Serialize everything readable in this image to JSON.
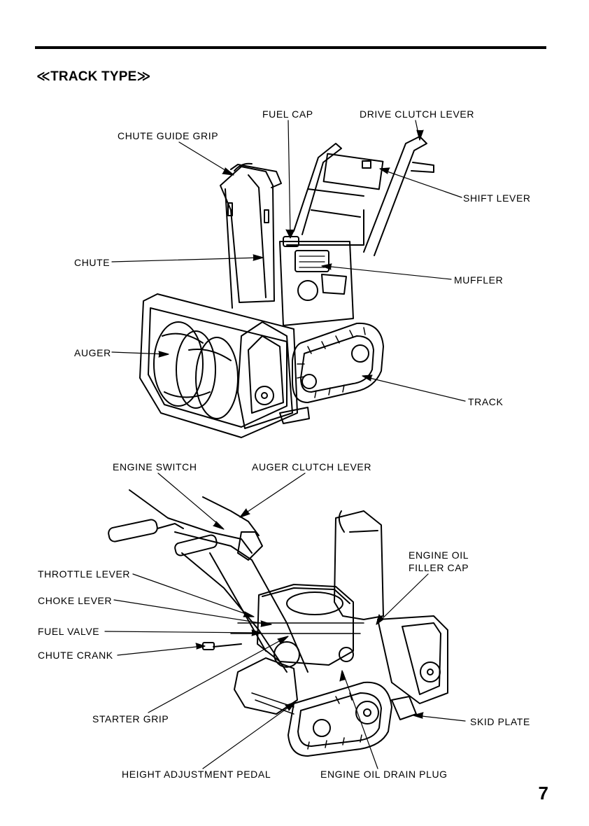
{
  "section_title": "≪TRACK TYPE≫",
  "page_number": "7",
  "labels": {
    "fuel_cap": "FUEL CAP",
    "drive_clutch_lever": "DRIVE CLUTCH LEVER",
    "chute_guide_grip": "CHUTE GUIDE GRIP",
    "shift_lever": "SHIFT LEVER",
    "chute": "CHUTE",
    "muffler": "MUFFLER",
    "auger": "AUGER",
    "track": "TRACK",
    "engine_switch": "ENGINE SWITCH",
    "auger_clutch_lever": "AUGER CLUTCH LEVER",
    "engine_oil_filler_cap_1": "ENGINE OIL",
    "engine_oil_filler_cap_2": "FILLER CAP",
    "throttle_lever": "THROTTLE LEVER",
    "choke_lever": "CHOKE LEVER",
    "fuel_valve": "FUEL VALVE",
    "chute_crank": "CHUTE CRANK",
    "starter_grip": "STARTER GRIP",
    "skid_plate": "SKID PLATE",
    "height_adjustment_pedal": "HEIGHT ADJUSTMENT PEDAL",
    "engine_oil_drain_plug": "ENGINE OIL DRAIN PLUG"
  }
}
